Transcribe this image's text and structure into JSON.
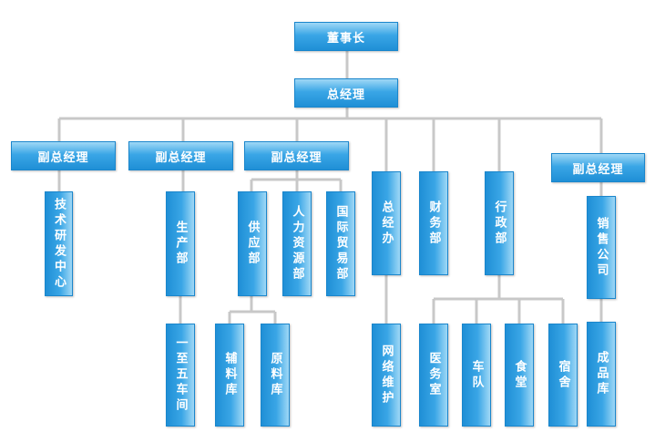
{
  "org": {
    "chairman": "董事长",
    "general_manager": "总经理",
    "vp1": "副总经理",
    "vp2": "副总经理",
    "vp3": "副总经理",
    "vp4": "副总经理",
    "rd_center": "技术研发中心",
    "production": "生产部",
    "workshops": "一至五车间",
    "supply": "供应部",
    "aux_materials": "辅料库",
    "raw_materials": "原料库",
    "hr": "人力资源部",
    "intl_trade": "国际贸易部",
    "gm_office": "总经办",
    "network": "网络维护",
    "finance": "财务部",
    "admin": "行政部",
    "clinic": "医务室",
    "fleet": "车队",
    "canteen": "食堂",
    "dorm": "宿舍",
    "sales": "销售公司",
    "finished_goods": "成品库"
  }
}
